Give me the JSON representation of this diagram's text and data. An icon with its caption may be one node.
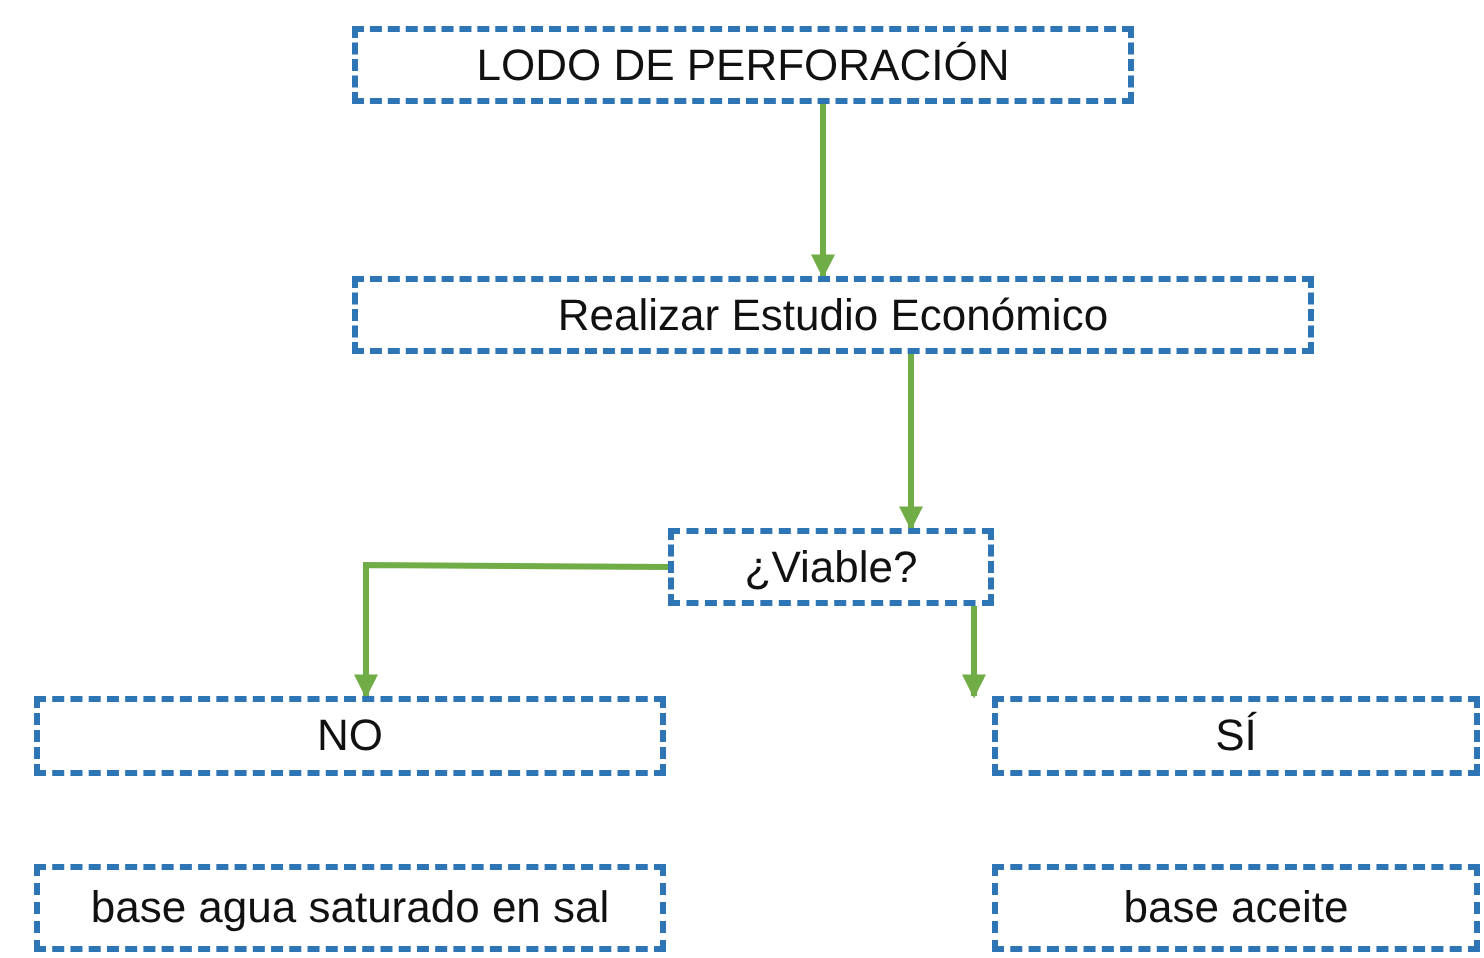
{
  "diagram": {
    "nodes": [
      {
        "text": [
          "LODO DE PERFORACIÓN"
        ]
      },
      {
        "text": [
          "Realizar Estudio Económico"
        ]
      },
      {
        "text": [
          "¿Viable?"
        ]
      },
      {
        "text": [
          "NO"
        ]
      },
      {
        "text": [
          "SÍ"
        ]
      },
      {
        "text": [
          "base agua saturado en sal"
        ]
      },
      {
        "text": [
          "base aceite"
        ]
      }
    ],
    "edges": [
      {
        "from": 0,
        "to": 1,
        "arrow": "to"
      },
      {
        "from": 1,
        "to": 2,
        "arrow": "to"
      },
      {
        "from": 2,
        "to": 3,
        "arrow": "to"
      },
      {
        "from": 2,
        "to": 4,
        "arrow": "to"
      }
    ]
  }
}
